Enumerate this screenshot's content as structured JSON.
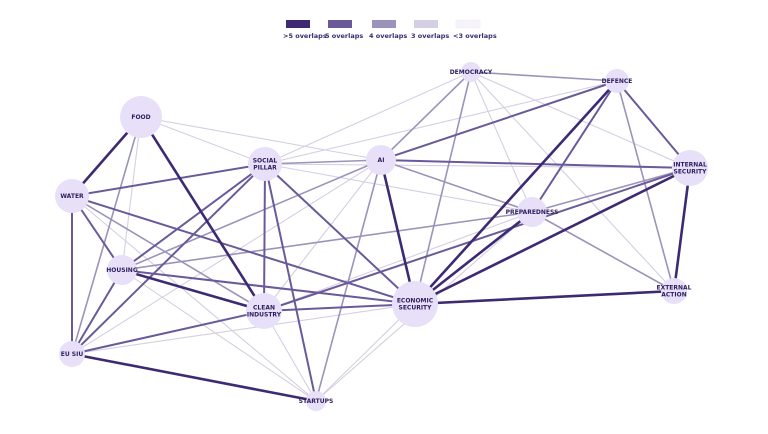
{
  "legend": [
    {
      "id": "gt5",
      "label": ">5 overlaps",
      "color": "#3d2a73"
    },
    {
      "id": "5",
      "label": "5 overlaps",
      "color": "#6a5a9a"
    },
    {
      "id": "4",
      "label": "4 overlaps",
      "color": "#9c93bb"
    },
    {
      "id": "3",
      "label": "3 overlaps",
      "color": "#d4cfe3"
    },
    {
      "id": "lt3",
      "label": "<3 overlaps",
      "color": "#f6f4fa"
    }
  ],
  "node_color": "#e8dff8",
  "nodes": [
    {
      "id": "food",
      "lines": [
        "FOOD"
      ]
    },
    {
      "id": "water",
      "lines": [
        "WATER"
      ]
    },
    {
      "id": "social",
      "lines": [
        "SOCIAL",
        "PILLAR"
      ]
    },
    {
      "id": "ai",
      "lines": [
        "AI"
      ]
    },
    {
      "id": "democracy",
      "lines": [
        "DEMOCRACY"
      ]
    },
    {
      "id": "defence",
      "lines": [
        "DEFENCE"
      ]
    },
    {
      "id": "internal",
      "lines": [
        "INTERNAL",
        "SECURITY"
      ]
    },
    {
      "id": "preparedness",
      "lines": [
        "PREPAREDNESS"
      ]
    },
    {
      "id": "external",
      "lines": [
        "EXTERNAL",
        "ACTION"
      ]
    },
    {
      "id": "economic",
      "lines": [
        "ECONOMIC",
        "SECURITY"
      ]
    },
    {
      "id": "clean",
      "lines": [
        "CLEAN",
        "INDUSTRY"
      ]
    },
    {
      "id": "housing",
      "lines": [
        "HOUSING"
      ]
    },
    {
      "id": "eusiu",
      "lines": [
        "EU SIU"
      ]
    },
    {
      "id": "startups",
      "lines": [
        "STARTUPS"
      ]
    }
  ],
  "edges": [
    {
      "from": "food",
      "to": "water",
      "level": "gt5"
    },
    {
      "from": "food",
      "to": "clean",
      "level": "gt5"
    },
    {
      "from": "housing",
      "to": "clean",
      "level": "gt5"
    },
    {
      "from": "economic",
      "to": "preparedness",
      "level": "gt5"
    },
    {
      "from": "economic",
      "to": "internal",
      "level": "gt5"
    },
    {
      "from": "economic",
      "to": "external",
      "level": "gt5"
    },
    {
      "from": "economic",
      "to": "defence",
      "level": "gt5"
    },
    {
      "from": "economic",
      "to": "ai",
      "level": "gt5"
    },
    {
      "from": "internal",
      "to": "external",
      "level": "gt5"
    },
    {
      "from": "eusiu",
      "to": "startups",
      "level": "gt5"
    },
    {
      "from": "social",
      "to": "economic",
      "level": "5"
    },
    {
      "from": "water",
      "to": "economic",
      "level": "5"
    },
    {
      "from": "water",
      "to": "housing",
      "level": "5"
    },
    {
      "from": "eusiu",
      "to": "clean",
      "level": "5"
    },
    {
      "from": "eusiu",
      "to": "housing",
      "level": "5"
    },
    {
      "from": "eusiu",
      "to": "social",
      "level": "5"
    },
    {
      "from": "eusiu",
      "to": "water",
      "level": "5"
    },
    {
      "from": "housing",
      "to": "social",
      "level": "5"
    },
    {
      "from": "social",
      "to": "water",
      "level": "5"
    },
    {
      "from": "social",
      "to": "startups",
      "level": "5"
    },
    {
      "from": "social",
      "to": "clean",
      "level": "5"
    },
    {
      "from": "ai",
      "to": "internal",
      "level": "5"
    },
    {
      "from": "defence",
      "to": "internal",
      "level": "5"
    },
    {
      "from": "defence",
      "to": "preparedness",
      "level": "5"
    },
    {
      "from": "defence",
      "to": "ai",
      "level": "5"
    },
    {
      "from": "housing",
      "to": "economic",
      "level": "5"
    },
    {
      "from": "clean",
      "to": "internal",
      "level": "5"
    },
    {
      "from": "clean",
      "to": "economic",
      "level": "5"
    },
    {
      "from": "preparedness",
      "to": "internal",
      "level": "4"
    },
    {
      "from": "preparedness",
      "to": "external",
      "level": "4"
    },
    {
      "from": "democracy",
      "to": "economic",
      "level": "4"
    },
    {
      "from": "democracy",
      "to": "ai",
      "level": "4"
    },
    {
      "from": "democracy",
      "to": "defence",
      "level": "4"
    },
    {
      "from": "ai",
      "to": "preparedness",
      "level": "4"
    },
    {
      "from": "ai",
      "to": "startups",
      "level": "4"
    },
    {
      "from": "social",
      "to": "ai",
      "level": "4"
    },
    {
      "from": "water",
      "to": "clean",
      "level": "4"
    },
    {
      "from": "eusiu",
      "to": "food",
      "level": "4"
    },
    {
      "from": "housing",
      "to": "ai",
      "level": "4"
    },
    {
      "from": "housing",
      "to": "preparedness",
      "level": "4"
    },
    {
      "from": "defence",
      "to": "external",
      "level": "4"
    },
    {
      "from": "food",
      "to": "social",
      "level": "3"
    },
    {
      "from": "food",
      "to": "ai",
      "level": "3"
    },
    {
      "from": "food",
      "to": "housing",
      "level": "3"
    },
    {
      "from": "social",
      "to": "democracy",
      "level": "3"
    },
    {
      "from": "social",
      "to": "defence",
      "level": "3"
    },
    {
      "from": "social",
      "to": "internal",
      "level": "3"
    },
    {
      "from": "social",
      "to": "preparedness",
      "level": "3"
    },
    {
      "from": "democracy",
      "to": "internal",
      "level": "3"
    },
    {
      "from": "democracy",
      "to": "preparedness",
      "level": "3"
    },
    {
      "from": "democracy",
      "to": "external",
      "level": "3"
    },
    {
      "from": "ai",
      "to": "clean",
      "level": "3"
    },
    {
      "from": "ai",
      "to": "eusiu",
      "level": "3"
    },
    {
      "from": "clean",
      "to": "startups",
      "level": "3"
    },
    {
      "from": "clean",
      "to": "preparedness",
      "level": "3"
    },
    {
      "from": "housing",
      "to": "startups",
      "level": "3"
    },
    {
      "from": "water",
      "to": "eusiu",
      "level": "3"
    },
    {
      "from": "water",
      "to": "startups",
      "level": "3"
    },
    {
      "from": "economic",
      "to": "startups",
      "level": "3"
    },
    {
      "from": "eusiu",
      "to": "economic",
      "level": "3"
    },
    {
      "from": "internal",
      "to": "defence",
      "level": "3"
    },
    {
      "from": "preparedness",
      "to": "startups",
      "level": "3"
    }
  ]
}
